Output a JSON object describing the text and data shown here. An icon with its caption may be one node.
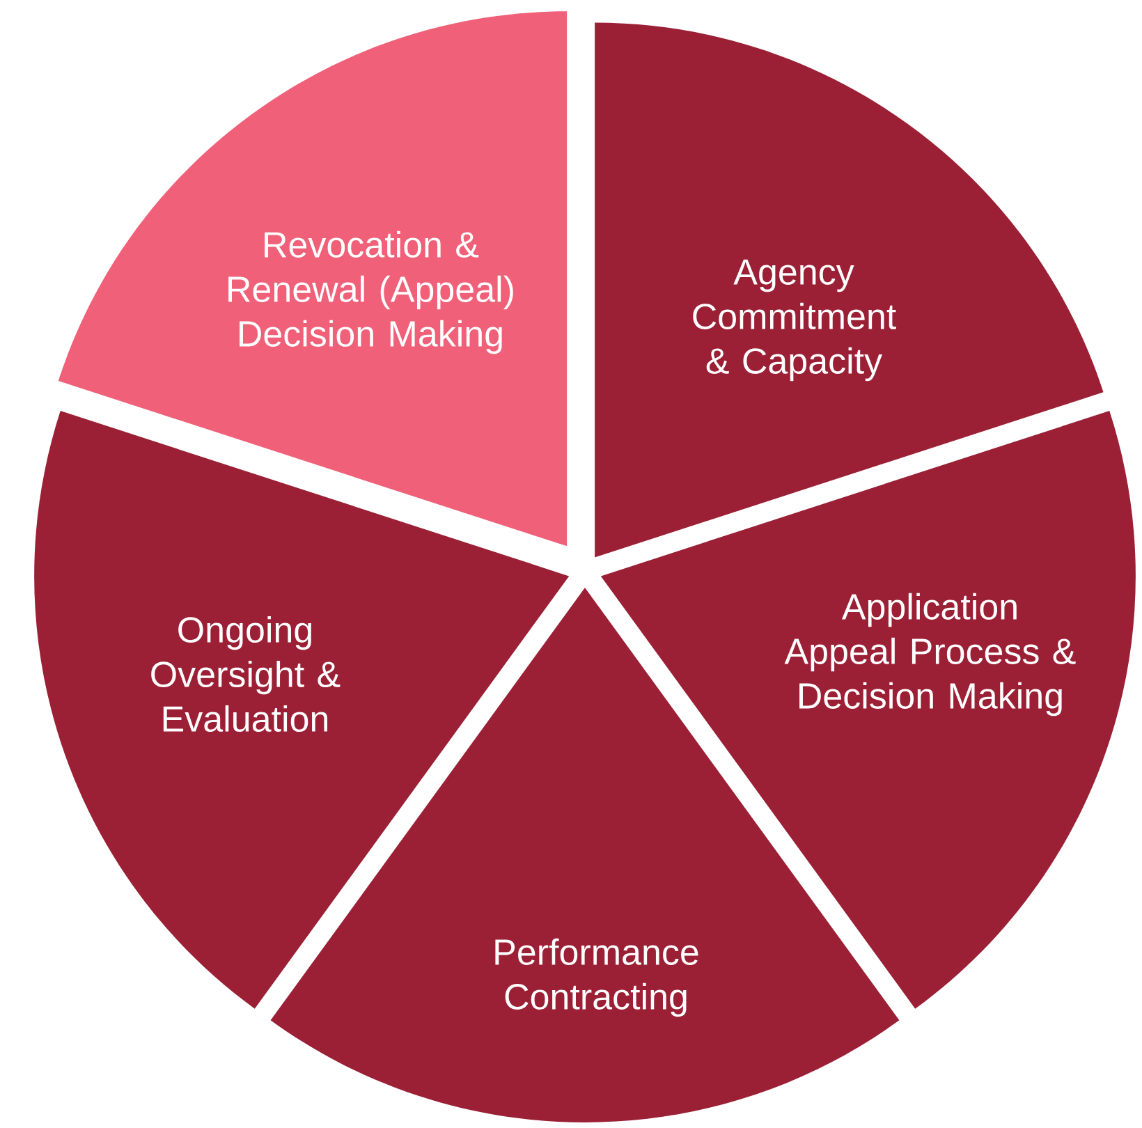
{
  "diagram": {
    "nodes": [
      {
        "text": [
          "Revocation & Renewal (Appeal) Decision Making"
        ]
      },
      {
        "text": [
          "Agency Commitment & Capacity"
        ]
      },
      {
        "text": [
          "Application Appeal Process & Decision Making"
        ]
      },
      {
        "text": [
          "Performance Contracting"
        ]
      },
      {
        "text": [
          "Ongoing Oversight & Evaluation"
        ]
      }
    ]
  }
}
